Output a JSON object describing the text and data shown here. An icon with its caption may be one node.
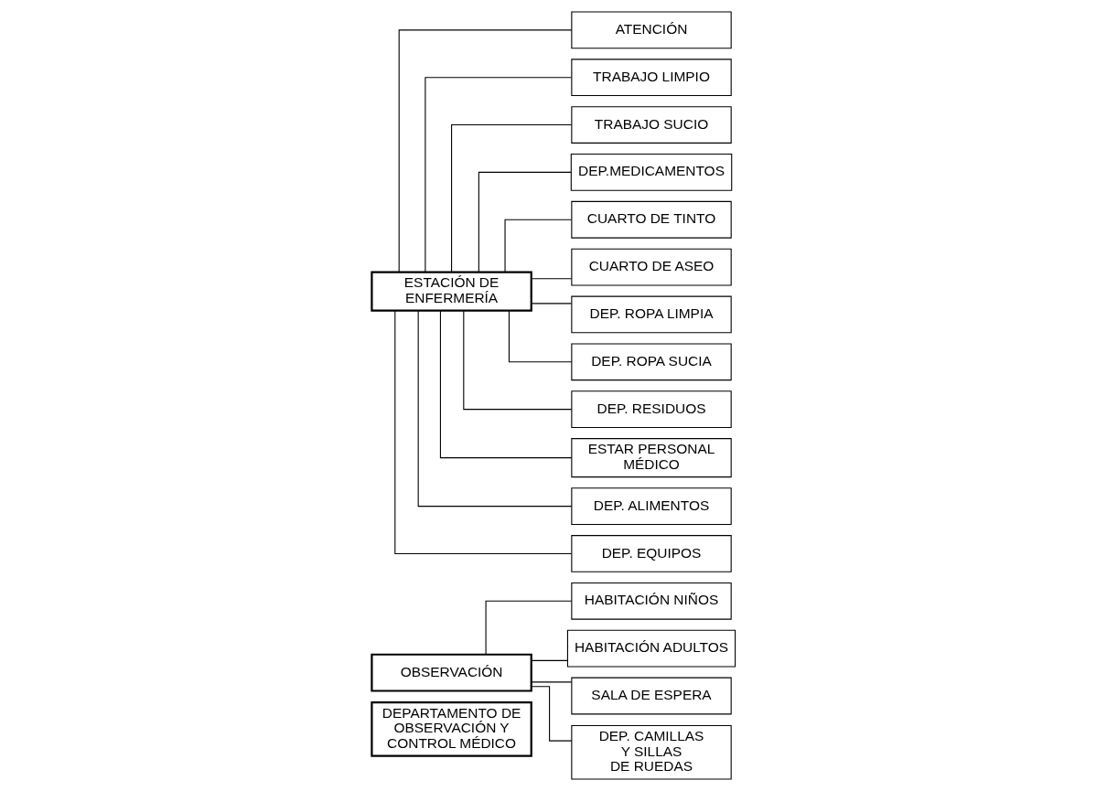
{
  "diagram": {
    "nodes": [
      {
        "text": [
          "DEPARTAMENTO DE OBSERVACIÓN Y CONTROL MÉDICO"
        ]
      },
      {
        "text": [
          "OBSERVACIÓN"
        ]
      },
      {
        "text": [
          "HABITACIÓN NIÑOS"
        ]
      },
      {
        "text": [
          "HABITACIÓN ADULTOS"
        ]
      },
      {
        "text": [
          "SALA DE ESPERA"
        ]
      },
      {
        "text": [
          "DEP. CAMILLAS Y SILLAS DE RUEDAS"
        ]
      },
      {
        "text": [
          "ESTACIÓN DE ENFERMERÍA"
        ]
      },
      {
        "text": [
          "ATENCIÓN"
        ]
      },
      {
        "text": [
          "TRABAJO LIMPIO"
        ]
      },
      {
        "text": [
          "TRABAJO SUCIO"
        ]
      },
      {
        "text": [
          "DEP.MEDICAMENTOS"
        ]
      },
      {
        "text": [
          "CUARTO DE TINTO"
        ]
      },
      {
        "text": [
          "CUARTO DE ASEO"
        ]
      },
      {
        "text": [
          "DEP. ROPA LIMPIA"
        ]
      },
      {
        "text": [
          "DEP. ROPA SUCIA"
        ]
      },
      {
        "text": [
          "DEP. RESIDUOS"
        ]
      },
      {
        "text": [
          "ESTAR PERSONAL MÉDICO"
        ]
      },
      {
        "text": [
          "DEP. ALIMENTOS"
        ]
      },
      {
        "text": [
          "DEP. EQUIPOS"
        ]
      }
    ],
    "edges": [
      {
        "from": 1,
        "to": 2,
        "arrow": "none"
      },
      {
        "from": 1,
        "to": 3,
        "arrow": "none"
      },
      {
        "from": 1,
        "to": 4,
        "arrow": "none"
      },
      {
        "from": 1,
        "to": 5,
        "arrow": "none"
      },
      {
        "from": 6,
        "to": 7,
        "arrow": "none"
      },
      {
        "from": 6,
        "to": 8,
        "arrow": "none"
      },
      {
        "from": 6,
        "to": 9,
        "arrow": "none"
      },
      {
        "from": 6,
        "to": 10,
        "arrow": "none"
      },
      {
        "from": 6,
        "to": 11,
        "arrow": "none"
      },
      {
        "from": 6,
        "to": 12,
        "arrow": "none"
      },
      {
        "from": 6,
        "to": 13,
        "arrow": "none"
      },
      {
        "from": 6,
        "to": 14,
        "arrow": "none"
      },
      {
        "from": 6,
        "to": 15,
        "arrow": "none"
      },
      {
        "from": 6,
        "to": 16,
        "arrow": "none"
      },
      {
        "from": 6,
        "to": 17,
        "arrow": "none"
      },
      {
        "from": 6,
        "to": 18,
        "arrow": "none"
      }
    ]
  }
}
